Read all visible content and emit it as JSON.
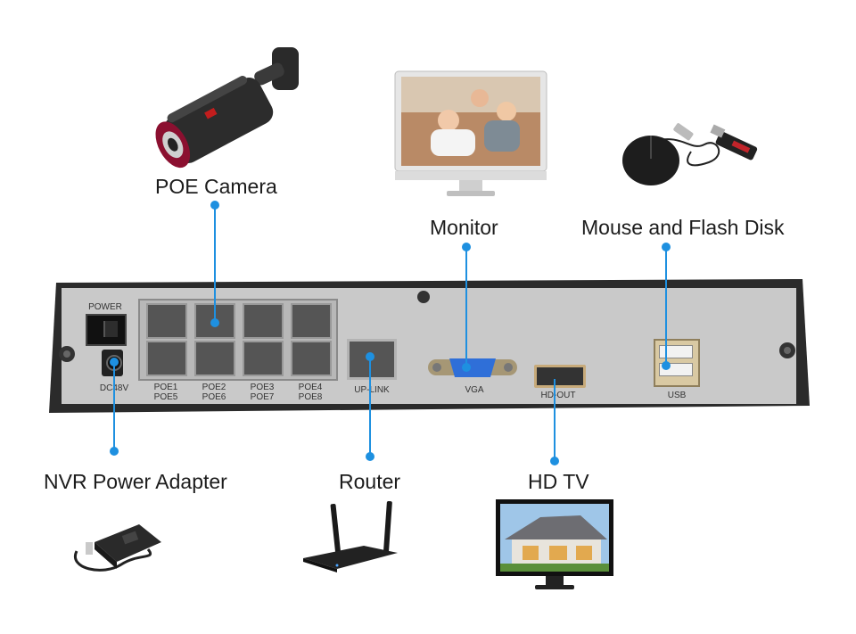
{
  "devices": {
    "poe_camera": "POE Camera",
    "monitor": "Monitor",
    "mouse_flash": "Mouse and Flash Disk",
    "power_adapter": "NVR Power Adapter",
    "router": "Router",
    "hdtv": "HD TV"
  },
  "panel": {
    "power": "POWER",
    "dc": "DC48V",
    "poe_top": [
      "POE1",
      "POE2",
      "POE3",
      "POE4"
    ],
    "poe_bottom": [
      "POE5",
      "POE6",
      "POE7",
      "POE8"
    ],
    "uplink": "UP-LINK",
    "vga": "VGA",
    "hdout": "HD-OUT",
    "usb": "USB"
  },
  "colors": {
    "connector_line": "#1e90e0",
    "panel_face": "#c9c9c9",
    "chassis": "#2b2b2b"
  }
}
